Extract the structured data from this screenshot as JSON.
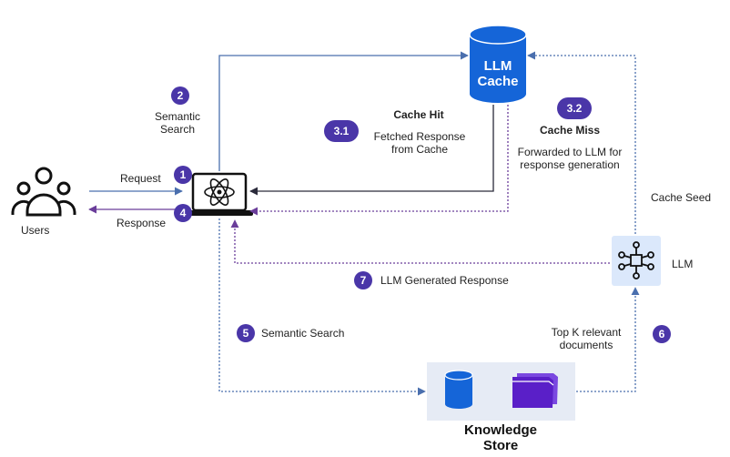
{
  "colors": {
    "blue_arrow": "#4a6fae",
    "purple_arrow": "#6a3d9a",
    "cache_blue": "#1565d8",
    "badge_purple": "#4a36a8",
    "llm_box": "#dbe8fb",
    "ks_box": "#e6ebf5",
    "doc_purple": "#5a1fc8"
  },
  "actors": {
    "users": "Users",
    "llm_cache": [
      "LLM",
      "Cache"
    ],
    "llm": "LLM",
    "knowledge_store": [
      "Knowledge",
      "Store"
    ]
  },
  "icons": {
    "users": "users-group-icon",
    "app": "laptop-atom-icon",
    "cache": "database-cylinder-icon",
    "llm": "network-nodes-icon",
    "ks_db": "database-cylinder-icon",
    "ks_docs": "documents-stack-icon"
  },
  "steps": {
    "s1": {
      "num": "1",
      "label": "Request"
    },
    "s2": {
      "num": "2",
      "label": [
        "Semantic",
        "Search"
      ]
    },
    "s31": {
      "num": "3.1",
      "title": "Cache Hit",
      "label": [
        "Fetched Response",
        "from Cache"
      ]
    },
    "s32": {
      "num": "3.2",
      "title": "Cache Miss",
      "label": [
        "Forwarded to LLM for",
        "response generation"
      ]
    },
    "s4": {
      "num": "4",
      "label": "Response"
    },
    "s5": {
      "num": "5",
      "label": "Semantic Search"
    },
    "s6": {
      "num": "6",
      "label": [
        "Top K relevant",
        "documents"
      ]
    },
    "s7": {
      "num": "7",
      "label": "LLM Generated Response"
    },
    "seed": "Cache Seed"
  }
}
